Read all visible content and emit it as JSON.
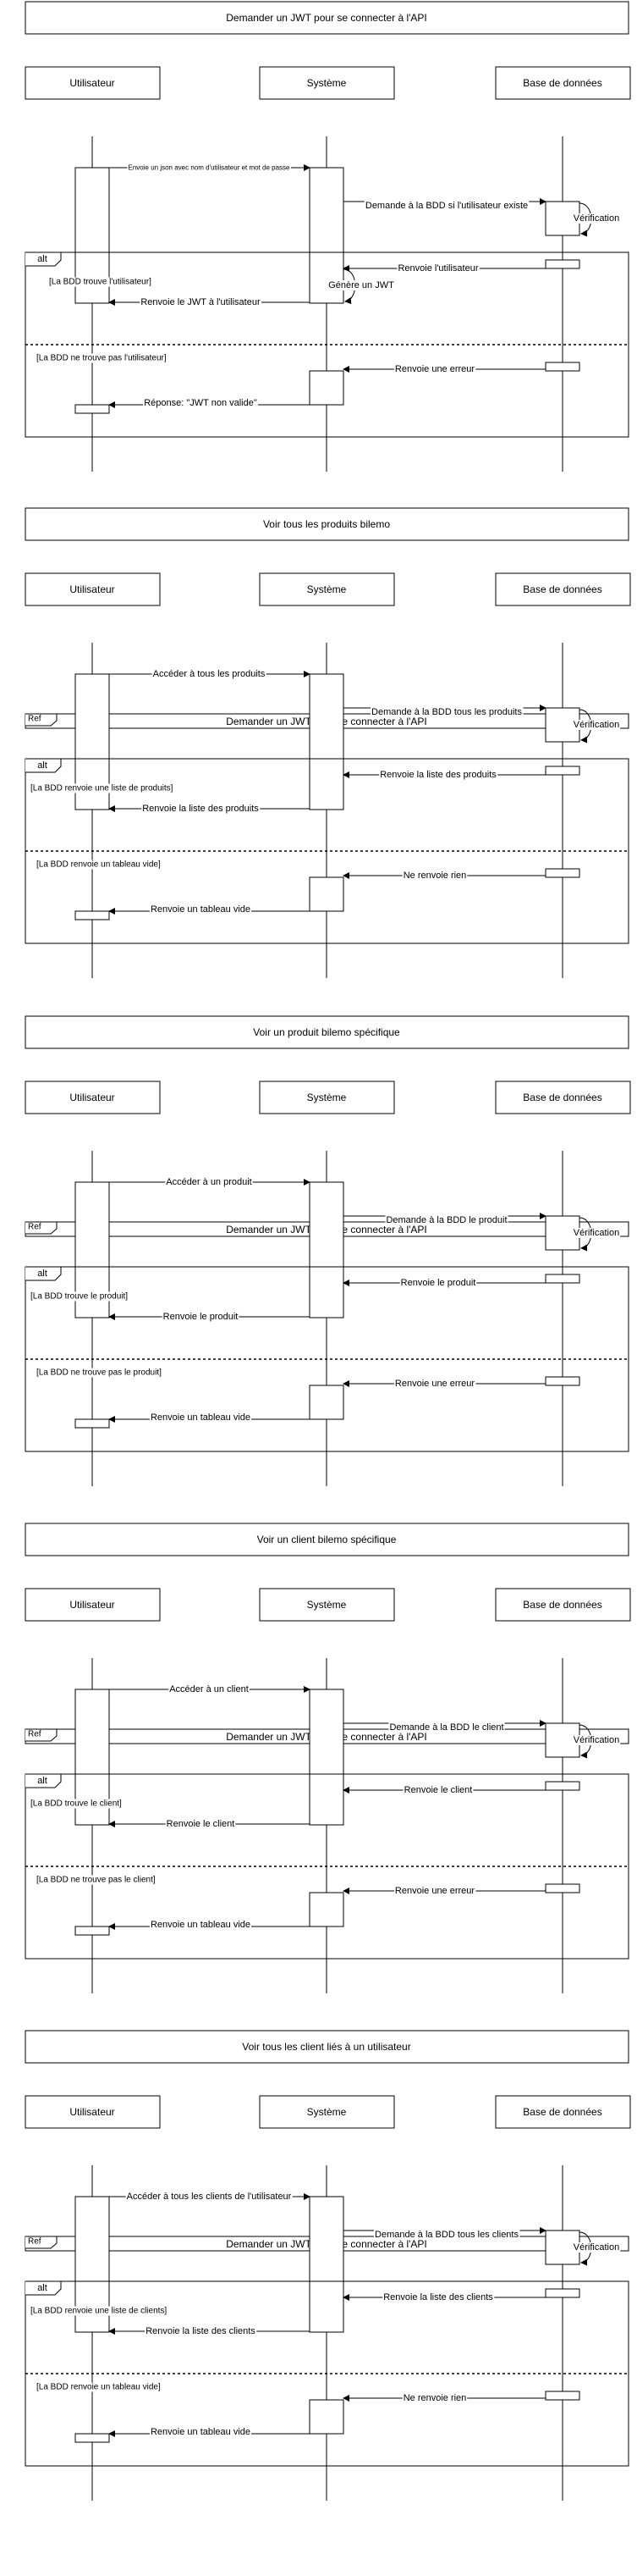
{
  "colors": {
    "stroke": "#000000",
    "background": "#ffffff"
  },
  "diagrams": [
    {
      "title": "Demander un JWT pour se connecter à l'API",
      "participants": [
        "Utilisateur",
        "Système",
        "Base de données"
      ],
      "ref": "",
      "msg_request": "Envoie un json avec nom d'utilisateur et mot de passe",
      "msg_db_query": "Demande à la BDD si l'utilisateur existe",
      "self_check": "Vérification",
      "frame_label": "alt",
      "guard_found": "[La BDD trouve l'utilisateur]",
      "msg_db_return": "Renvoie l'utilisateur",
      "self_generate": "Génère un JWT",
      "msg_response": "Renvoie le JWT à l'utilisateur",
      "guard_not_found": "[La BDD ne trouve pas l'utilisateur]",
      "msg_db_error": "Renvoie une erreur",
      "msg_error_response": "Réponse: \"JWT non valide\""
    },
    {
      "title": "Voir tous les produits bilemo",
      "participants": [
        "Utilisateur",
        "Système",
        "Base de données"
      ],
      "ref": "Ref",
      "ref_text": "Demander un JWT pour se connecter à l'API",
      "msg_request": "Accéder à tous les produits",
      "msg_db_query": "Demande à la BDD tous les produits",
      "self_check": "Vérification",
      "frame_label": "alt",
      "guard_found": "[La BDD renvoie une liste de produits]",
      "msg_db_return": "Renvoie la liste des produits",
      "msg_response": "Renvoie la liste des produits",
      "guard_not_found": "[La BDD renvoie un tableau vide]",
      "msg_db_error": "Ne renvoie rien",
      "msg_error_response": "Renvoie un tableau vide"
    },
    {
      "title": "Voir un produit bilemo spécifique",
      "participants": [
        "Utilisateur",
        "Système",
        "Base de données"
      ],
      "ref": "Ref",
      "ref_text": "Demander un JWT pour se connecter à l'API",
      "msg_request": "Accéder à un produit",
      "msg_db_query": "Demande à la BDD le produit",
      "self_check": "Vérification",
      "frame_label": "alt",
      "guard_found": "[La BDD trouve le produit]",
      "msg_db_return": "Renvoie le produit",
      "msg_response": "Renvoie le produit",
      "guard_not_found": "[La BDD ne trouve pas le produit]",
      "msg_db_error": "Renvoie une erreur",
      "msg_error_response": "Renvoie un tableau vide"
    },
    {
      "title": "Voir un client bilemo spécifique",
      "participants": [
        "Utilisateur",
        "Système",
        "Base de données"
      ],
      "ref": "Ref",
      "ref_text": "Demander un JWT pour se connecter à l'API",
      "msg_request": "Accéder à un client",
      "msg_db_query": "Demande à la BDD le client",
      "self_check": "Vérification",
      "frame_label": "alt",
      "guard_found": "[La BDD trouve le client]",
      "msg_db_return": "Renvoie le client",
      "msg_response": "Renvoie le client",
      "guard_not_found": "[La BDD ne trouve pas le client]",
      "msg_db_error": "Renvoie une erreur",
      "msg_error_response": "Renvoie un tableau vide"
    },
    {
      "title": "Voir tous les client liés à un utilisateur",
      "participants": [
        "Utilisateur",
        "Système",
        "Base de données"
      ],
      "ref": "Ref",
      "ref_text": "Demander un JWT pour se connecter à l'API",
      "msg_request": "Accéder à tous les clients de l'utilisateur",
      "msg_db_query": "Demande à la BDD tous les clients",
      "self_check": "Vérification",
      "frame_label": "alt",
      "guard_found": "[La BDD renvoie une liste de clients]",
      "msg_db_return": "Renvoie la liste des clients",
      "msg_response": "Renvoie la liste des clients",
      "guard_not_found": "[La BDD renvoie un tableau vide]",
      "msg_db_error": "Ne renvoie rien",
      "msg_error_response": "Renvoie un tableau vide"
    }
  ]
}
